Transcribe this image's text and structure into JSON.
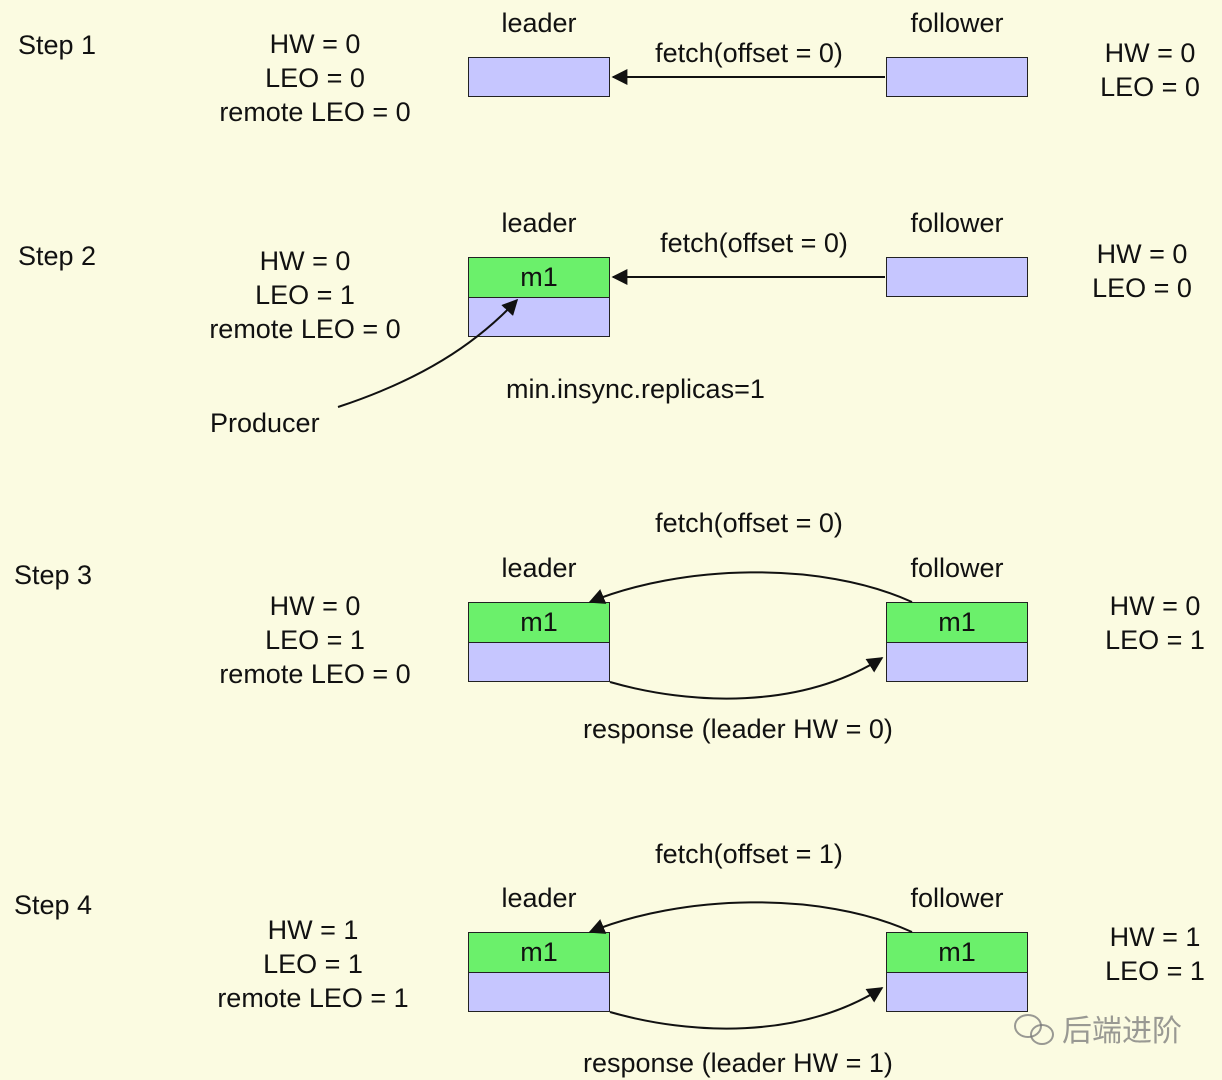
{
  "labels": {
    "leader": "leader",
    "follower": "follower",
    "message": "m1"
  },
  "steps": [
    {
      "title": "Step 1",
      "leader_state": [
        "HW = 0",
        "LEO = 0",
        "remote LEO = 0"
      ],
      "follower_state": [
        "HW = 0",
        "LEO = 0"
      ],
      "fetch": "fetch(offset = 0)"
    },
    {
      "title": "Step 2",
      "leader_state": [
        "HW = 0",
        "LEO = 1",
        "remote LEO = 0"
      ],
      "follower_state": [
        "HW = 0",
        "LEO = 0"
      ],
      "fetch": "fetch(offset = 0)",
      "producer": "Producer",
      "note": "min.insync.replicas=1"
    },
    {
      "title": "Step  3",
      "leader_state": [
        "HW = 0",
        "LEO = 1",
        "remote LEO = 0"
      ],
      "follower_state": [
        "HW = 0",
        "LEO = 1"
      ],
      "fetch": "fetch(offset = 0)",
      "response": "response (leader HW = 0)"
    },
    {
      "title": "Step  4",
      "leader_state": [
        "HW = 1",
        "LEO = 1",
        "remote LEO = 1"
      ],
      "follower_state": [
        "HW = 1",
        "LEO = 1"
      ],
      "fetch": "fetch(offset = 1)",
      "response": "response (leader HW = 1)"
    }
  ],
  "watermark": "后端进阶"
}
